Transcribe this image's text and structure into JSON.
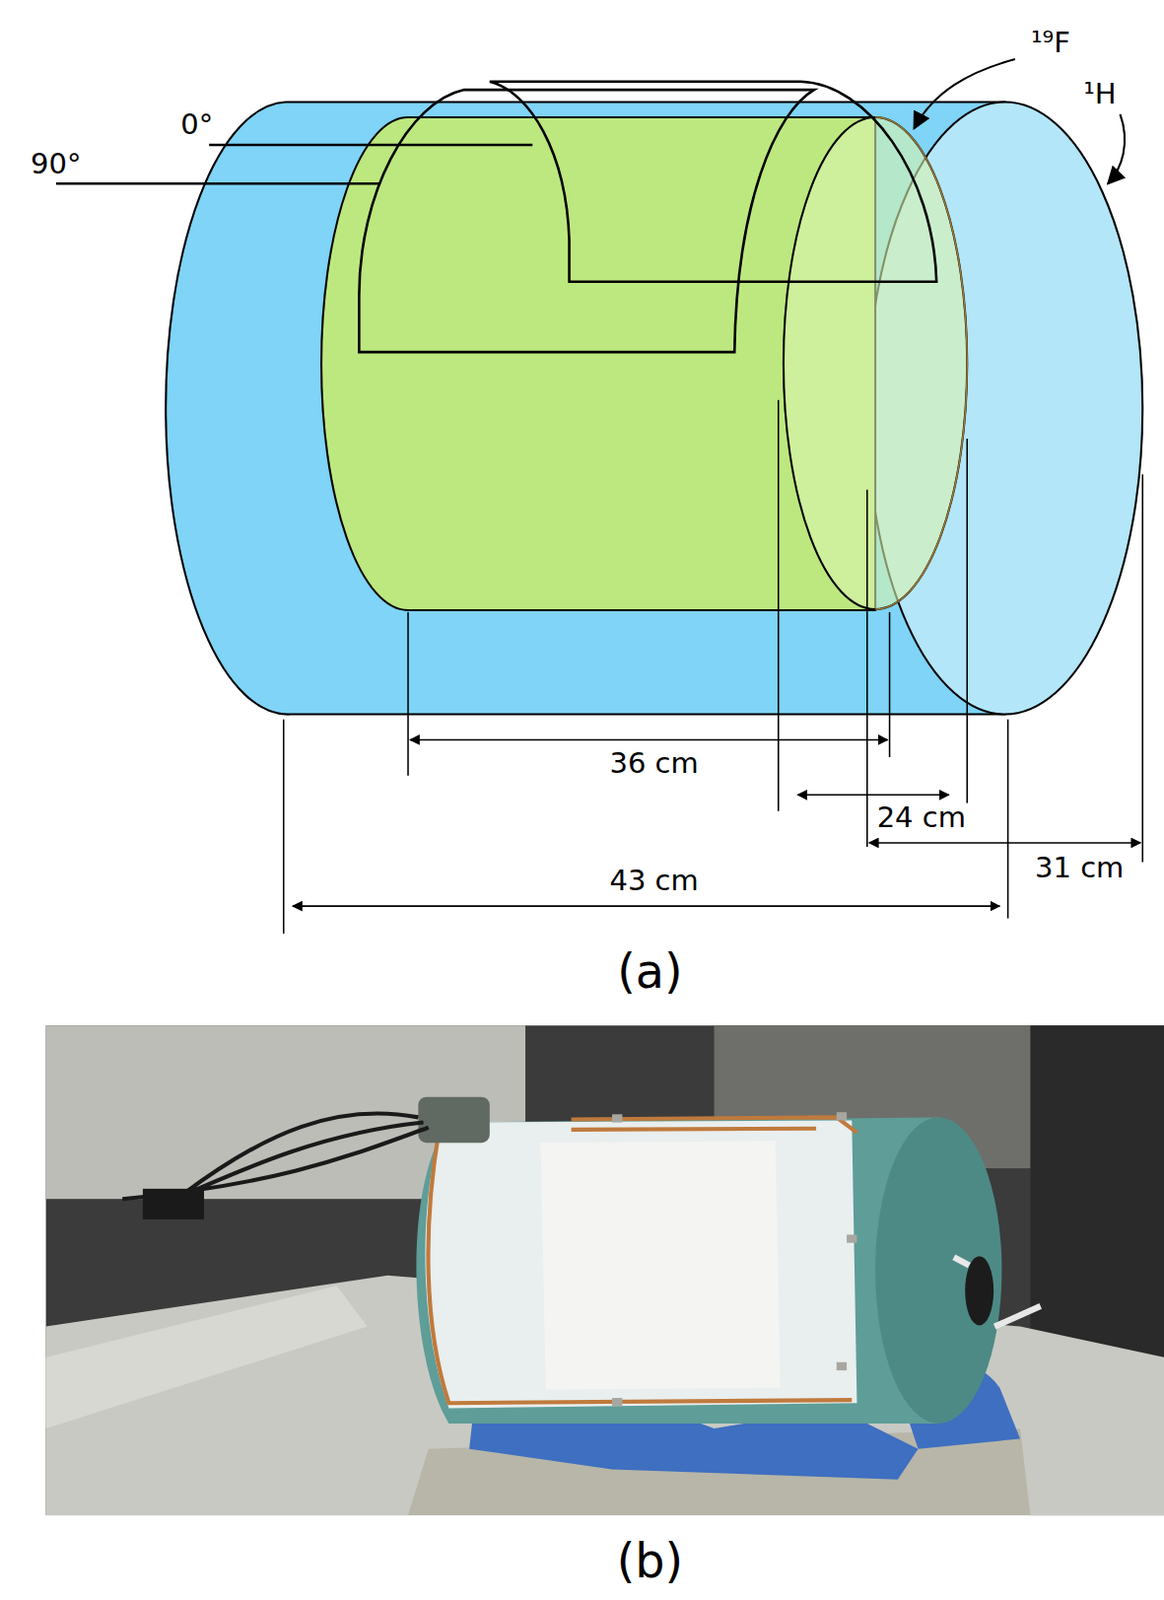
{
  "diagram": {
    "labels": [
      "0°",
      "90°",
      "¹⁹F",
      "¹H",
      "36 cm",
      "24 cm",
      "31 cm",
      "43 cm",
      "(a)",
      "(b)"
    ]
  }
}
